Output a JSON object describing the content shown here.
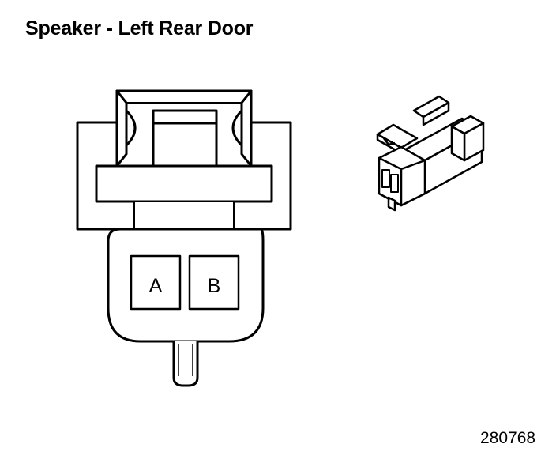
{
  "title": "Speaker - Left Rear Door",
  "figure_id": "280768",
  "connector": {
    "cavities": [
      {
        "label": "A"
      },
      {
        "label": "B"
      }
    ]
  }
}
